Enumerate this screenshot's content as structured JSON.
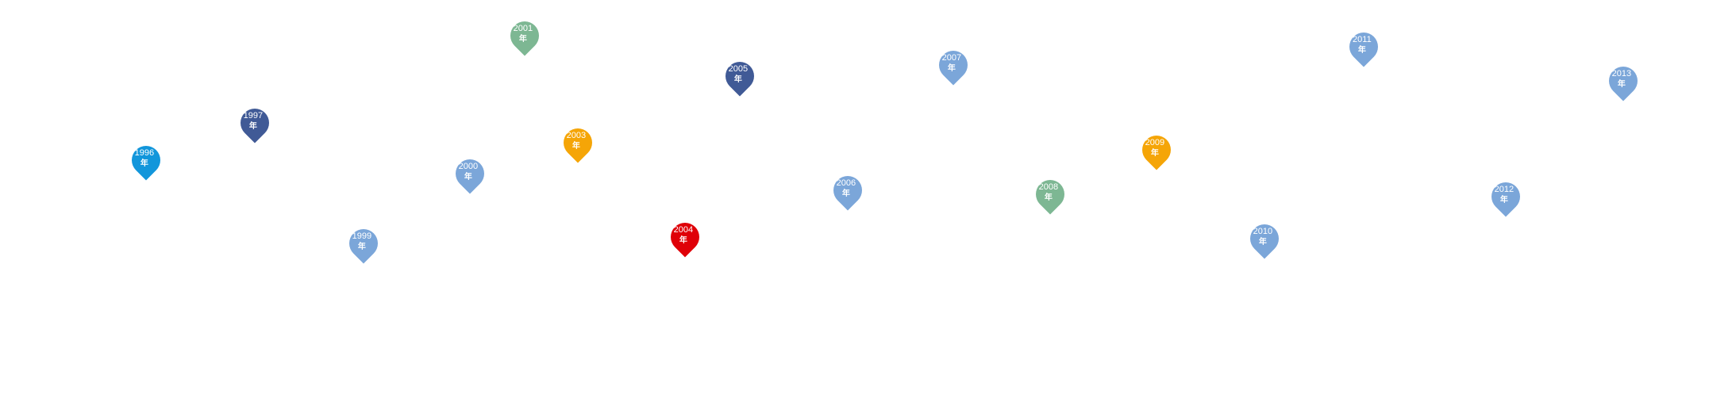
{
  "markers": [
    {
      "year": "1996",
      "unit": "年",
      "color": "#1296db"
    },
    {
      "year": "1997",
      "unit": "年",
      "color": "#405a96"
    },
    {
      "year": "1999",
      "unit": "年",
      "color": "#7ba6d9"
    },
    {
      "year": "2000",
      "unit": "年",
      "color": "#7ba6d9"
    },
    {
      "year": "2001",
      "unit": "年",
      "color": "#7db793"
    },
    {
      "year": "2003",
      "unit": "年",
      "color": "#f5a507"
    },
    {
      "year": "2004",
      "unit": "年",
      "color": "#df0008"
    },
    {
      "year": "2005",
      "unit": "年",
      "color": "#405a96"
    },
    {
      "year": "2006",
      "unit": "年",
      "color": "#7ba6d9"
    },
    {
      "year": "2007",
      "unit": "年",
      "color": "#7ba6d9"
    },
    {
      "year": "2008",
      "unit": "年",
      "color": "#7db793"
    },
    {
      "year": "2009",
      "unit": "年",
      "color": "#f5a507"
    },
    {
      "year": "2010",
      "unit": "年",
      "color": "#7ba6d9"
    },
    {
      "year": "2011",
      "unit": "年",
      "color": "#7ba6d9"
    },
    {
      "year": "2012",
      "unit": "年",
      "color": "#7ba6d9"
    },
    {
      "year": "2013",
      "unit": "年",
      "color": "#7ba6d9"
    }
  ]
}
